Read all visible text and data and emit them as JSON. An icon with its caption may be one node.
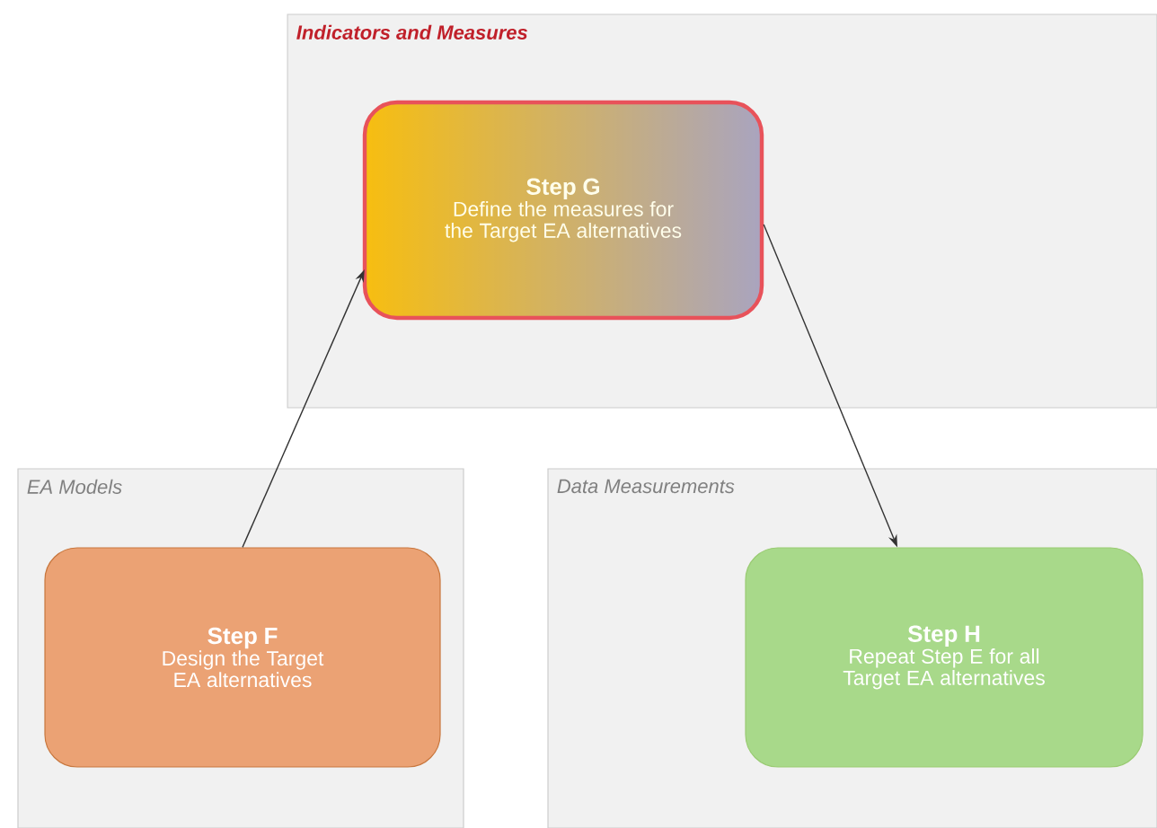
{
  "diagram": {
    "nodes": [
      {
        "text": [
          "Indicators and Measures"
        ]
      },
      {
        "text": [
          "Step G",
          "Define the measures for the Target EA alternatives"
        ],
        "in": 0
      },
      {
        "text": [
          "EA Models"
        ]
      },
      {
        "text": [
          "Step F",
          "Design the Target EA alternatives"
        ],
        "in": 2
      },
      {
        "text": [
          "Data Measurements"
        ]
      },
      {
        "text": [
          "Step H",
          "Repeat Step E for all Target EA alternatives"
        ],
        "in": 4
      }
    ],
    "edges": [
      {
        "from": 3,
        "to": 1,
        "arrow": "to"
      },
      {
        "from": 1,
        "to": 5,
        "arrow": "to"
      }
    ]
  }
}
